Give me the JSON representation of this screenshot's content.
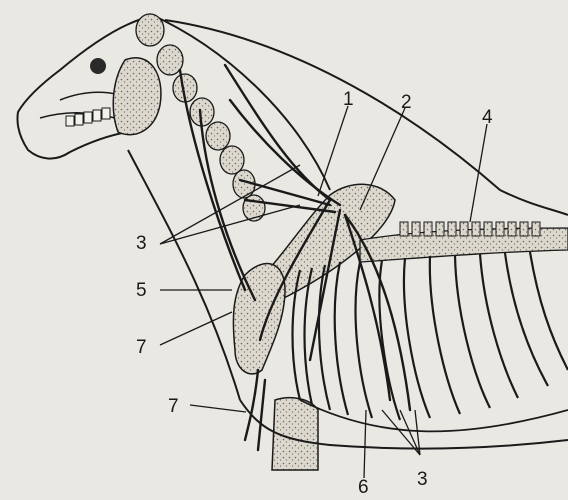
{
  "callouts": {
    "c1": "1",
    "c2": "2",
    "c3_left": "3",
    "c4": "4",
    "c5": "5",
    "c7_upper": "7",
    "c7_lower": "7",
    "c6": "6",
    "c3_bottom": "3"
  },
  "colors": {
    "background": "#e9e8e3",
    "ink": "#1a1a1a",
    "bone_fill": "#d8d4c9",
    "stipple": "#6a6660"
  }
}
